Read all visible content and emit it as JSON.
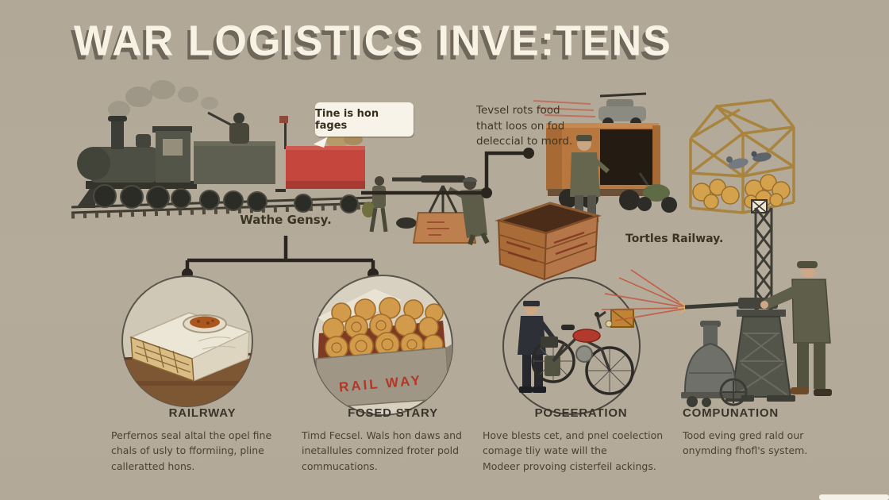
{
  "title": "WAR LOGISTICS INVE:TENS",
  "flow": {
    "speech_bubble": "Tine is hon fages",
    "truck_note": "Tevsel rots food\nthatt loos on fod\ndeleccial to mord.",
    "branch_label": "Wathe Gensy.",
    "tower_label": "Tortles Railway.",
    "bread_box_label": "RAIL WAY"
  },
  "sections": [
    {
      "heading": "RAILRWAY",
      "body": "Perfernos seal altal the opel fine\nchals of usly to fformiing, pline\ncalleratted hons."
    },
    {
      "heading": "FOSED STARY",
      "body": "Timd Fecsel. Wals hon daws and\ninetallules comnized froter pold\ncommucations."
    },
    {
      "heading": "POSEERATION",
      "body": "Hove blests cet, and pnel coelection\ncomage tliy wate will the\nModeer provoing cisterfeil ackings."
    },
    {
      "heading": "COMPUNATION",
      "body": "Tood eving gred rald our\nonymding fhofl's system."
    }
  ],
  "illustrations": [
    "steam-train",
    "armoured-scout-car",
    "supply-truck",
    "motor-trike",
    "supply-cage-with-pigeons",
    "machine-gun-post",
    "open-ration-crate",
    "ration-block-inset",
    "bread-box-inset",
    "courier-motorbike-inset",
    "signal-tower-with-gunner"
  ],
  "colors": {
    "background": "#b4aa9a",
    "title": "#f7f2e4",
    "title_shadow": "#6f685a",
    "text": "#453e2f",
    "accent_red": "#c5463d",
    "wood": "#b5774a",
    "olive": "#5d5c49",
    "connector": "#2a261f",
    "gold_supplies": "#d4a14c"
  }
}
